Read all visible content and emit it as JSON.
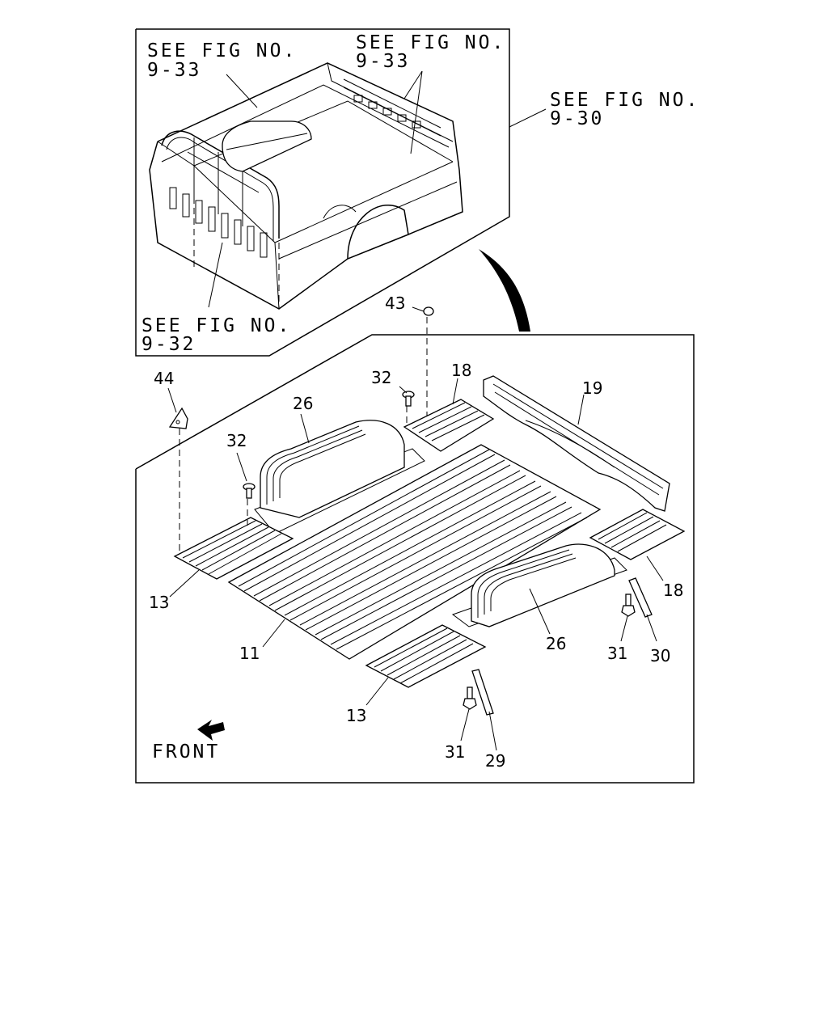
{
  "references": {
    "top_left": {
      "line1": "SEE FIG NO.",
      "line2": "9-33"
    },
    "top_right": {
      "line1": "SEE FIG NO.",
      "line2": "9-33"
    },
    "right": {
      "line1": "SEE FIG NO.",
      "line2": "9-30"
    },
    "bottom": {
      "line1": "SEE FIG NO.",
      "line2": "9-32"
    }
  },
  "callouts": {
    "c43": "43",
    "c32a": "32",
    "c18a": "18",
    "c19": "19",
    "c44": "44",
    "c26a": "26",
    "c32b": "32",
    "c18b": "18",
    "c13a": "13",
    "c11": "11",
    "c26b": "26",
    "c31a": "31",
    "c30": "30",
    "c13b": "13",
    "c31b": "31",
    "c29": "29"
  },
  "front_label": "FRONT"
}
